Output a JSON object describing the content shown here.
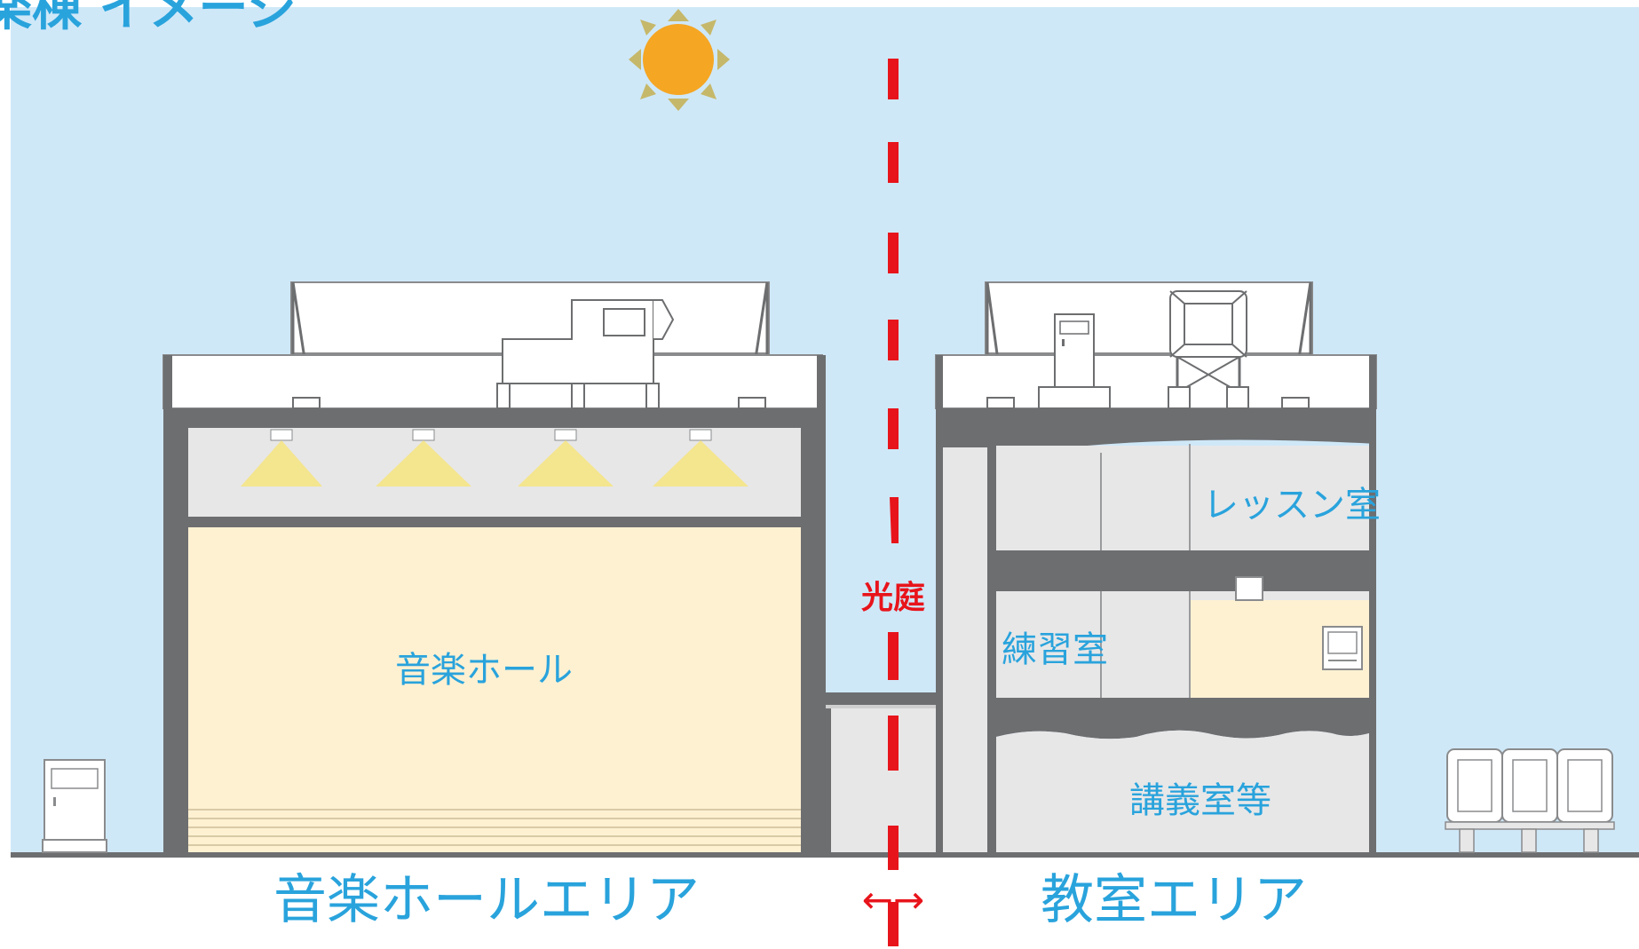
{
  "title": "楽棟 イメージ",
  "rooms": {
    "music_hall": "音楽ホール",
    "lesson_room": "レッスン室",
    "practice_room": "練習室",
    "lecture_room": "講義室等"
  },
  "courtyard_label": "光庭",
  "areas": {
    "left": "音楽ホールエリア",
    "right": "教室エリア",
    "arrow": "←→"
  },
  "colors": {
    "sky": "#cfe8f8",
    "wall": "#6d6e70",
    "hall_fill": "#fdf1d2",
    "room_fill": "#e7e7e8",
    "text_blue": "#29a3dc",
    "divider_red": "#e8141b",
    "sun": "#f5a623",
    "light_cone": "#f4e58f"
  },
  "icons": [
    "sun-icon",
    "rooftop-hvac-unit",
    "cooling-tower",
    "outdoor-unit",
    "water-tanks",
    "speaker-icon",
    "intercom-icon"
  ]
}
